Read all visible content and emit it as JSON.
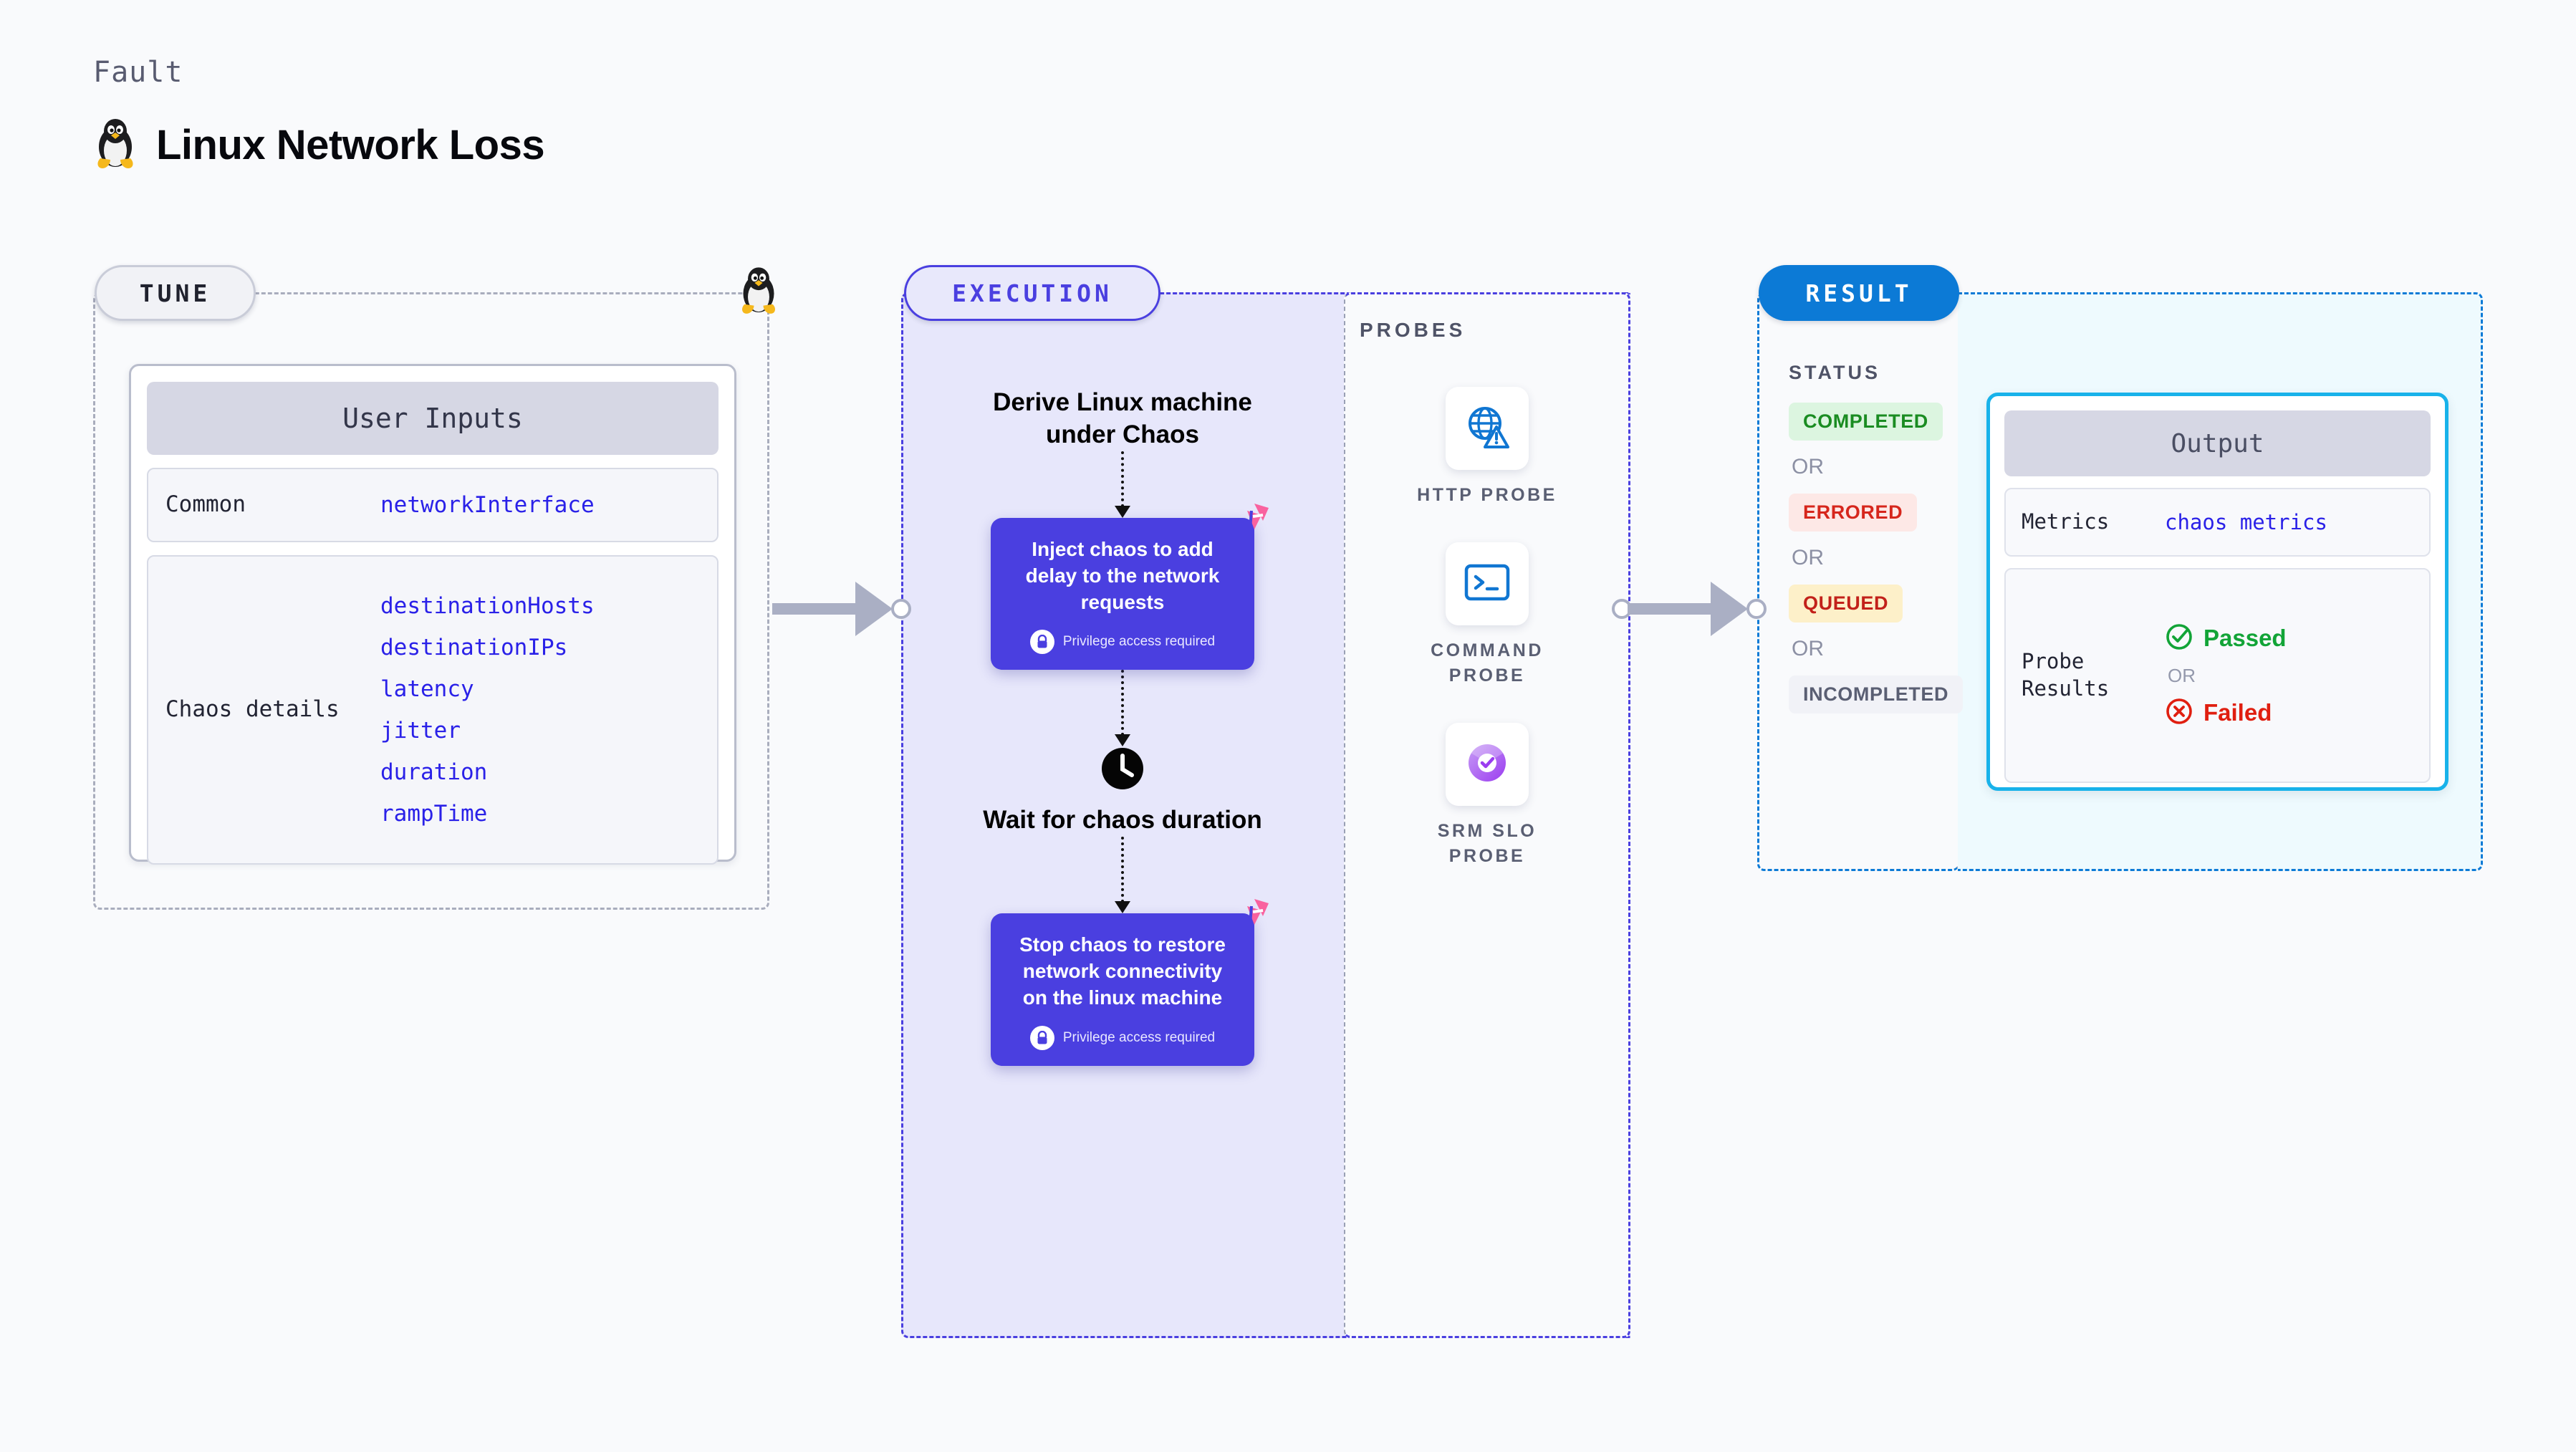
{
  "header": {
    "eyebrow": "Fault",
    "title": "Linux Network Loss",
    "icon": "linux-penguin-icon"
  },
  "tune": {
    "label": "TUNE",
    "card_title": "User Inputs",
    "rows": [
      {
        "label": "Common",
        "values": [
          "networkInterface"
        ]
      },
      {
        "label": "Chaos details",
        "values": [
          "destinationHosts",
          "destinationIPs",
          "latency",
          "jitter",
          "duration",
          "rampTime"
        ]
      }
    ]
  },
  "execution": {
    "label": "EXECUTION",
    "step_title": "Derive Linux machine under Chaos",
    "inject_card": {
      "text": "Inject chaos to add delay to the network requests",
      "privilege": "Privilege access required"
    },
    "wait_step": {
      "icon": "clock-icon",
      "text": "Wait for chaos duration"
    },
    "stop_card": {
      "text": "Stop chaos to restore network connectivity on the linux machine",
      "privilege": "Privilege access required"
    }
  },
  "probes": {
    "label": "PROBES",
    "items": [
      {
        "name": "HTTP PROBE",
        "icon": "globe-warning-icon"
      },
      {
        "name": "COMMAND PROBE",
        "icon": "terminal-icon"
      },
      {
        "name": "SRM SLO PROBE",
        "icon": "slo-donut-check-icon"
      }
    ]
  },
  "result": {
    "label": "RESULT",
    "status_heading": "STATUS",
    "or_text": "OR",
    "statuses": [
      {
        "text": "COMPLETED",
        "style": "b-completed"
      },
      {
        "text": "ERRORED",
        "style": "b-errored"
      },
      {
        "text": "QUEUED",
        "style": "b-queued"
      },
      {
        "text": "INCOMPLETED",
        "style": "b-incompleted"
      }
    ],
    "output": {
      "title": "Output",
      "metrics_label": "Metrics",
      "metrics_value": "chaos metrics",
      "probe_results_label": "Probe Results",
      "passed": "Passed",
      "failed": "Failed",
      "or_text": "OR"
    }
  },
  "colors": {
    "page_bg": "#f9fafc",
    "execution_accent": "#4a3fe0",
    "execution_bg": "#e7e7fb",
    "result_accent": "#0c7ad6",
    "output_border": "#18b2ea",
    "output_bg": "#eefafe",
    "value_text": "#2a21e8",
    "chaos_logo": "#f9629f",
    "passed_green": "#12a437",
    "failed_red": "#e01f10",
    "arrow_gray": "#aaafc4"
  }
}
